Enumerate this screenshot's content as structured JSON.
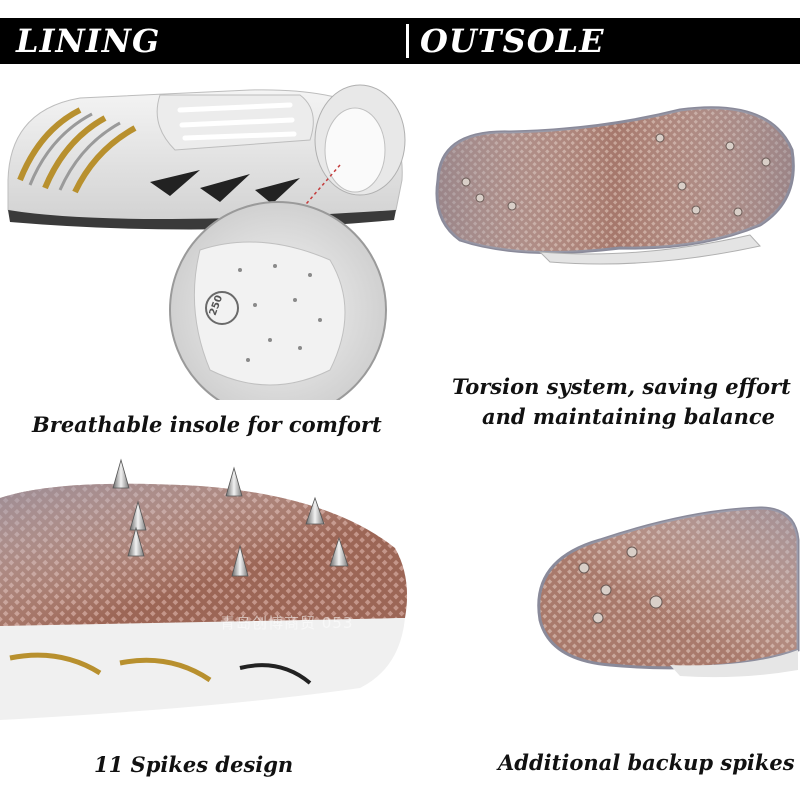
{
  "header": {
    "left_title": "LINING",
    "right_title": "OUTSOLE"
  },
  "panels": {
    "lining_caption": "Breathable insole for comfort",
    "insole_number": "250",
    "outsole_caption_line1": "Torsion system, saving effort",
    "outsole_caption_line2": "and maintaining balance",
    "spikes_caption": "11 Spikes design",
    "backup_caption": "Additional backup spikes"
  },
  "watermark": "青岛创博商贸 053",
  "colors": {
    "header_bg": "#000000",
    "header_text": "#ffffff",
    "mesh_copper": "#b07a6a",
    "mesh_silver": "#9a98a6",
    "gold_stripe": "#b8902e"
  }
}
